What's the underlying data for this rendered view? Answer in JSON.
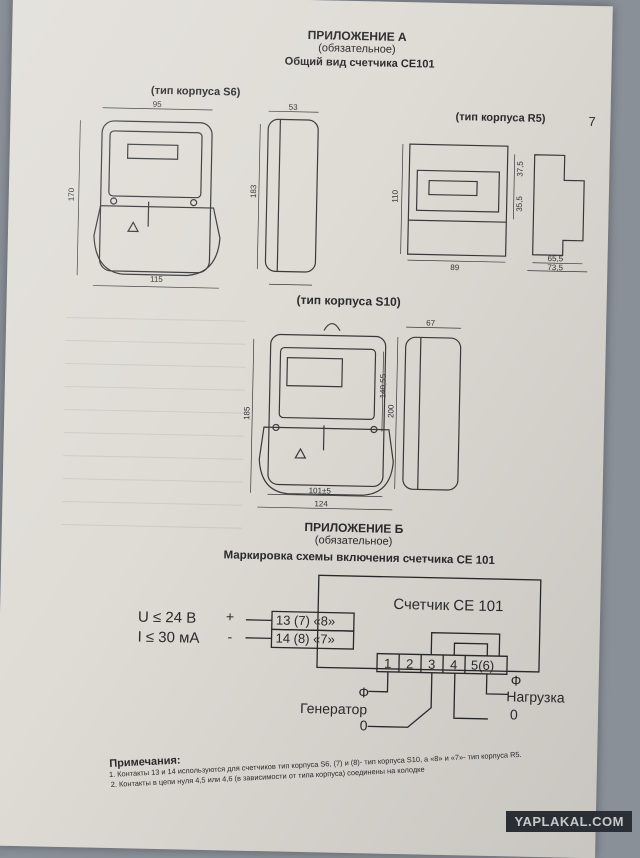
{
  "appendix_a": {
    "title": "ПРИЛОЖЕНИЕ А",
    "subtitle": "(обязательное)",
    "caption": "Общий вид счетчика СЕ101"
  },
  "case_s6": {
    "label": "(тип корпуса S6)",
    "dim_width": "95",
    "dim_depth": "53",
    "dim_height_left": "170",
    "dim_height_right": "183",
    "dim_bottom": "115"
  },
  "case_r5": {
    "label": "(тип корпуса R5)",
    "dim_height": "110",
    "dim_width": "89",
    "dim_small_1": "37,5",
    "dim_small_2": "35,5",
    "dim_depth_1": "65,5",
    "dim_depth_2": "73,5",
    "page_number": "7"
  },
  "case_s10": {
    "label": "(тип корпуса S10)",
    "dim_depth": "67",
    "dim_height_left": "185",
    "dim_height_mid": "140,55",
    "dim_height_right": "200",
    "dim_mount": "101±5",
    "dim_bottom": "124"
  },
  "appendix_b": {
    "title": "ПРИЛОЖЕНИЕ Б",
    "subtitle": "(обязательное)",
    "caption": "Маркировка схемы включения счетчика СЕ 101"
  },
  "schematic": {
    "voltage": "U ≤ 24 В",
    "current": "I ≤ 30 мА",
    "plus": "+",
    "minus": "-",
    "term_13": "13 (7) «8»",
    "term_14": "14 (8) «7»",
    "meter_name": "Счетчик СЕ 101",
    "terminals": [
      "1",
      "2",
      "3",
      "4",
      "5(6)"
    ],
    "phi_left": "Ф",
    "generator": "Генератор",
    "zero_left": "0",
    "phi_right": "Ф",
    "load": "Нагрузка",
    "zero_right": "0"
  },
  "notes": {
    "heading": "Примечания:",
    "line1": "1. Контакты 13 и 14 используются для счетчиков тип корпуса S6, (7) и (8)- тип корпуса S10, а «8» и «7»- тип корпуса R5.",
    "line2": "2. Контакты в цепи нуля 4,5 или 4,6 (в зависимости от типа корпуса) соединены на колодке"
  },
  "watermark": "YAPLAKAL.COM"
}
